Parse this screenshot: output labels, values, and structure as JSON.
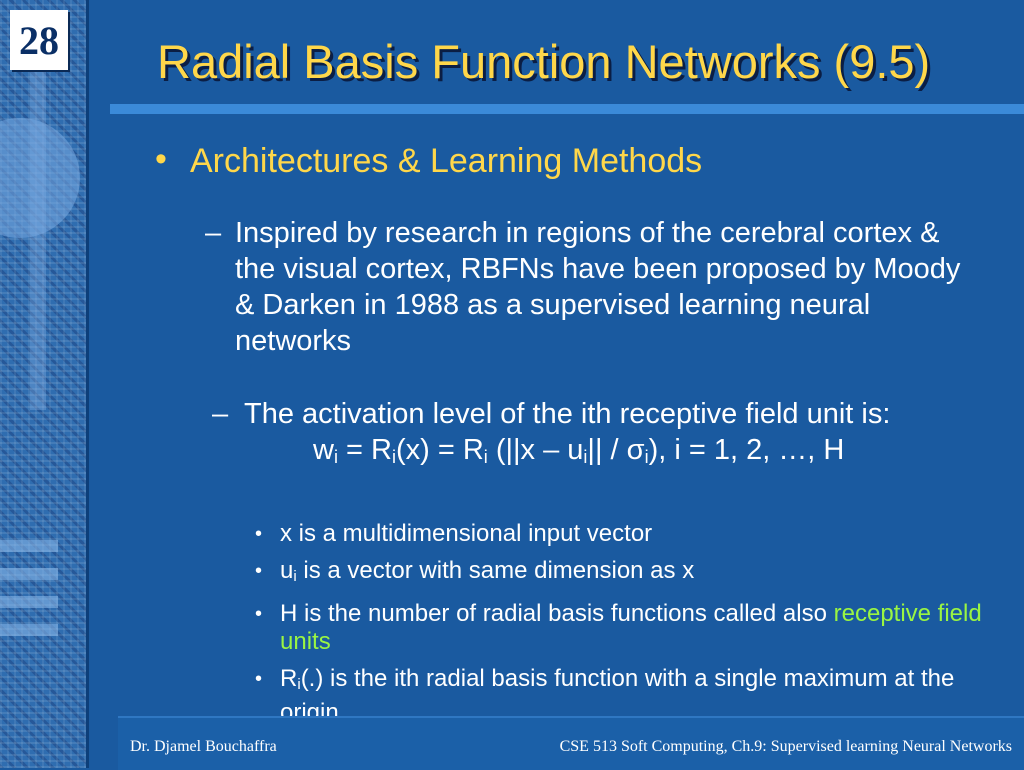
{
  "slide": {
    "number": "28",
    "title": "Radial Basis Function Networks (9.5)"
  },
  "bullet": {
    "symbol": "•",
    "text": "Architectures & Learning Methods"
  },
  "dash_symbol": "–",
  "point_a": "Inspired by research in regions of the cerebral cortex & the visual cortex, RBFNs have been proposed by Moody & Darken in 1988 as a supervised learning neural networks",
  "point_b": "The activation level of the ith receptive field unit is:",
  "formula": {
    "w": "w",
    "i": "i",
    "eq1": " = R",
    "mid1": "(x) = R",
    "mid2": " (||x – u",
    "mid3": "|| / σ",
    "tail": "), i = 1, 2, …, H"
  },
  "sub_bullets": {
    "symbol": "•",
    "b1": "x is a multidimensional input vector",
    "b2_pre": "u",
    "b2_sub": "i",
    "b2_post": " is a vector with same dimension as x",
    "b3_pre": "H is the number of radial basis functions called also ",
    "b3_highlight": "receptive field units",
    "b4_pre": "R",
    "b4_sub": "i",
    "b4_post": "(.) is the ith radial basis function with a single maximum at the origin"
  },
  "footer": {
    "left": "Dr. Djamel Bouchaffra",
    "right": "CSE 513 Soft Computing, Ch.9: Supervised learning Neural Networks"
  },
  "colors": {
    "background": "#1a5aa0",
    "title": "#ffd74a",
    "highlight": "#9af542"
  }
}
